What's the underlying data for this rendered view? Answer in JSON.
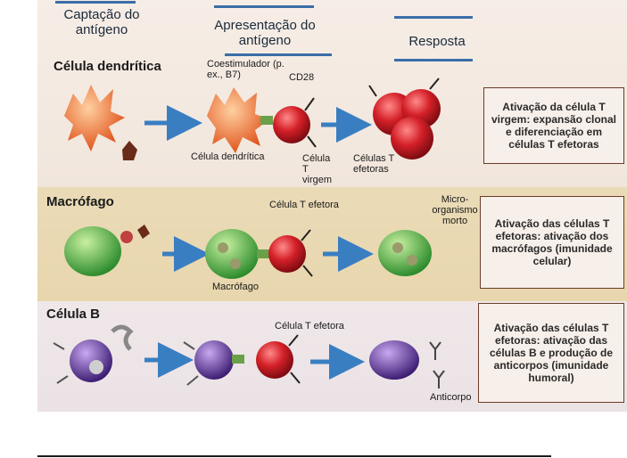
{
  "headers": {
    "capture": "Captação do antígeno",
    "presentation": "Apresentação do antígeno",
    "response": "Resposta"
  },
  "rows": {
    "dendritic": {
      "title": "Célula dendrítica",
      "costim": "Coestimulador (p. ex., B7)",
      "cd28": "CD28",
      "cell_label": "Célula dendrítica",
      "naive_label": "Célula T virgem",
      "effector_label": "Células T efetoras",
      "outcome": "Ativação da célula T virgem: expansão clonal e diferenciação em células T efetoras"
    },
    "macrophage": {
      "title": "Macrófago",
      "tcell_label": "Célula T efetora",
      "microbe_label": "Micro- organismo morto",
      "cell_label": "Macrófago",
      "outcome": "Ativação das células T efetoras: ativação dos macrófagos (imunidade celular)"
    },
    "bcell": {
      "title": "Célula B",
      "tcell_label": "Célula T efetora",
      "antibody_label": "Anticorpo",
      "outcome": "Ativação das células T efetoras: ativação das células B e produção de anticorpos (imunidade humoral)"
    }
  },
  "colors": {
    "dendritic": "#e8732e",
    "tcell": "#c8202a",
    "macrophage": "#3fae3a",
    "bcell": "#6a3fa0",
    "arrow": "#3a7ec2"
  }
}
